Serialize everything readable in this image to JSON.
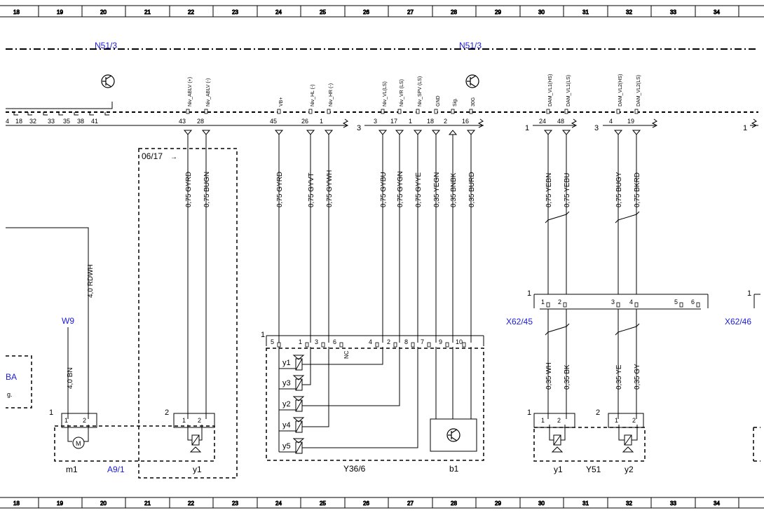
{
  "grid": [
    "18",
    "19",
    "20",
    "21",
    "22",
    "23",
    "24",
    "25",
    "26",
    "27",
    "28",
    "29",
    "30",
    "31",
    "32",
    "33",
    "34"
  ],
  "components": {
    "n51_3": "N51/3",
    "w9": "W9",
    "a9_1": "A9/1",
    "y36_6": "Y36/6",
    "x62_45": "X62/45",
    "x62_46": "X62/46",
    "y51": "Y51",
    "sba": "BA",
    "sba_sub": "g."
  },
  "connector_pins": {
    "left_strip": [
      "4",
      "18",
      "32",
      "33",
      "35",
      "38",
      "41"
    ],
    "a9": [
      "43",
      "28"
    ],
    "y36": [
      "45",
      "26",
      "1"
    ],
    "y36_group_num": "3",
    "sensor": [
      "3",
      "17",
      "1",
      "18",
      "2",
      "16"
    ],
    "sensor_group_num": "3",
    "dam": [
      "24",
      "48"
    ],
    "dam_group_num": "1",
    "dam2": [
      "4",
      "19"
    ],
    "dam2_group_num": "3",
    "far_right_num": "1"
  },
  "signals": {
    "a9": [
      "Niv_ABLV (+)",
      "Niv_ABLV (-)"
    ],
    "y36": [
      "VB+",
      "Niv_HL (-)",
      "Niv_HR (-)"
    ],
    "sensor": [
      "Niv_VL(LS)",
      "Niv_VR (LS)",
      "Niv_SPV (LS)",
      "GND",
      "Sig.",
      "30G"
    ],
    "dam": [
      "DAM_VL1(HS)",
      "DAM_VL1(LS)"
    ],
    "dam2": [
      "DAM_VL2(HS)",
      "DAM_VL2(LS)"
    ]
  },
  "wires": {
    "a9": [
      "0,75 GYRD",
      "0,75 BUGN"
    ],
    "y36": [
      "0,75 GYRD",
      "0,75 GYVT",
      "0,75 GYWH"
    ],
    "sensor": [
      "0,75 GYBU",
      "0,75 GYGN",
      "0,75 GYYE",
      "0,35 YEGN",
      "0,35 BNBK",
      "0,35 BURD"
    ],
    "dam": [
      "0,75 YEBN",
      "0,75 YEBU"
    ],
    "dam2": [
      "0,75 BUGY",
      "0,75 BKRD"
    ],
    "m1_top": "4,0 RDWH",
    "m1_w9": "4,0 BN",
    "x62_lower": [
      "0,35 WH",
      "0,35 BK",
      "0,35 YE",
      "0,35 GY"
    ]
  },
  "a9_box": {
    "tag": "06/17",
    "m1": {
      "num": "1",
      "pins": [
        "1",
        "2"
      ],
      "label": "m1",
      "motor": "M"
    },
    "y1": {
      "num": "2",
      "pins": [
        "1",
        "2"
      ],
      "label": "y1"
    }
  },
  "y36_box": {
    "num": "1",
    "pins": [
      "5",
      "1",
      "3",
      "6",
      "4",
      "2",
      "8",
      "7",
      "9",
      "10"
    ],
    "nc": "NC",
    "valves": [
      "y1",
      "y3",
      "y2",
      "y4",
      "y5"
    ],
    "b1": "b1"
  },
  "x62": {
    "num": "1",
    "pins": [
      "1",
      "2",
      "3",
      "4",
      "5",
      "6"
    ]
  },
  "y51_box": {
    "num_left": "1",
    "num_right": "2",
    "pins_left": [
      "1",
      "2"
    ],
    "pins_right": [
      "1",
      "2"
    ],
    "label_left": "y1",
    "label_right": "y2"
  }
}
